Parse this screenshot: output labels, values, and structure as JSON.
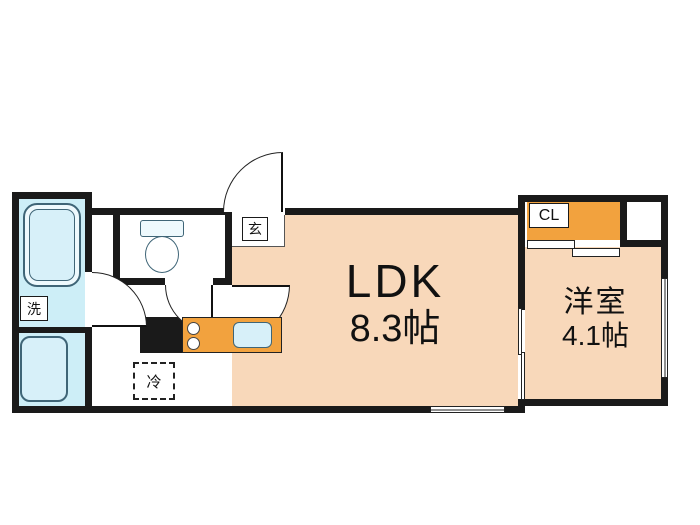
{
  "floorplan": {
    "rooms": {
      "ldk": {
        "name": "LDK",
        "size": "8.3帖"
      },
      "bedroom": {
        "name": "洋室",
        "size": "4.1帖"
      },
      "closet": {
        "label": "CL"
      },
      "entrance": {
        "label": "玄"
      },
      "washer": {
        "label": "洗"
      },
      "refrigerator": {
        "label": "冷"
      }
    },
    "colors": {
      "floor": "#f8d8ba",
      "wet_area": "#cdeef7",
      "fixture_blue": "#d7f0f9",
      "accent_orange": "#f2a23e",
      "wall": "#1a1a1a",
      "background": "#ffffff"
    }
  }
}
